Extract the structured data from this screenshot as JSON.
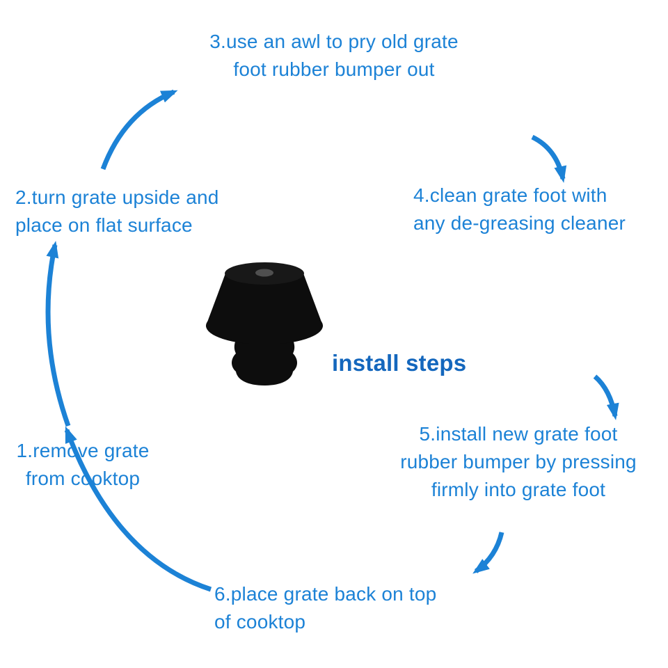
{
  "title": "install steps",
  "steps": [
    {
      "label": "1.remove grate\nfrom cooktop"
    },
    {
      "label": "2.turn grate upside and\nplace on flat surface"
    },
    {
      "label": "3.use an awl to pry old grate\nfoot rubber bumper out"
    },
    {
      "label": "4.clean grate foot with\nany de-greasing cleaner"
    },
    {
      "label": "5.install new grate foot\nrubber bumper by pressing\nfirmly into grate foot"
    },
    {
      "label": "6.place grate back on top\nof cooktop"
    }
  ],
  "product": {
    "icon": "grate-foot-rubber-bumper-icon"
  },
  "colors": {
    "accent": "#1c82d6",
    "title": "#1467bd",
    "product": "#0d0d0d"
  }
}
